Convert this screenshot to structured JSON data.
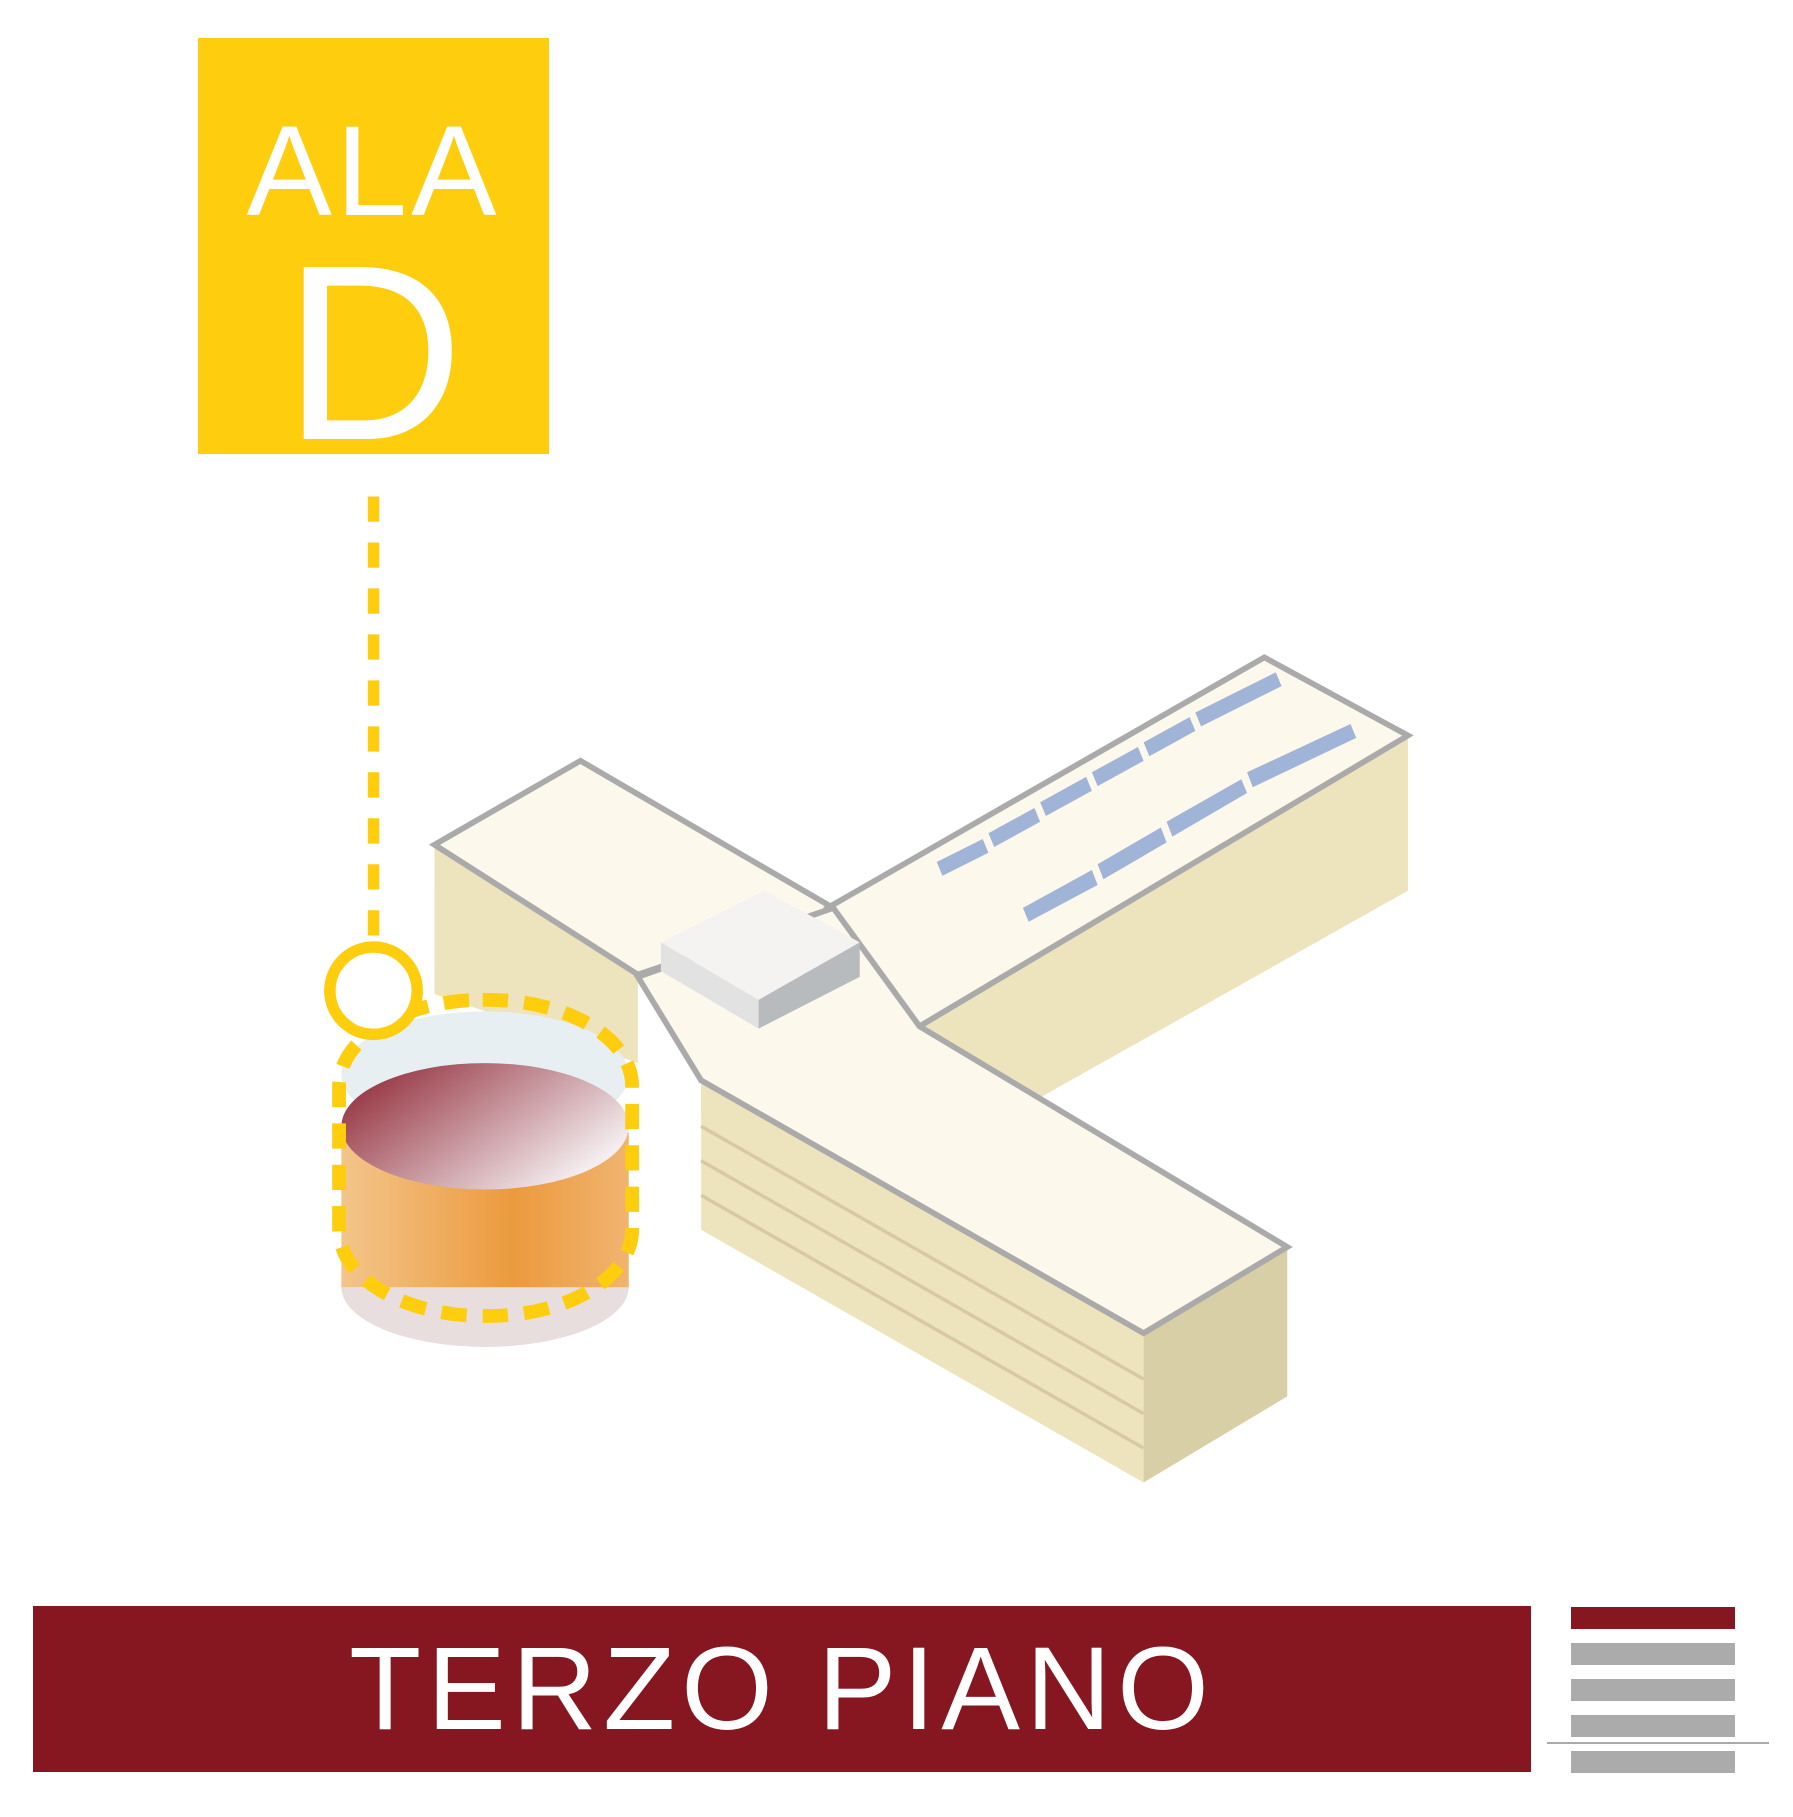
{
  "wing": {
    "label": "ALA",
    "letter": "D",
    "color": "#FDCD0E"
  },
  "floor": {
    "title": "TERZO PIANO",
    "color": "#861721",
    "current_floor_index": 3,
    "total_floors": 5,
    "floor_indicator_highlight": "#861721",
    "floor_indicator_other": "#ABABAB"
  }
}
